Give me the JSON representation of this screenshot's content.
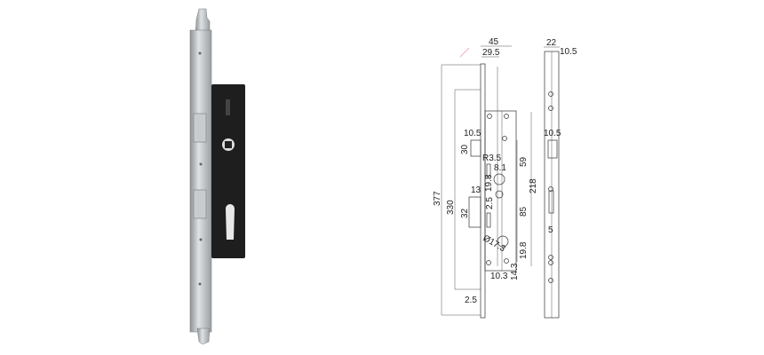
{
  "colors": {
    "steel": "#b8bcc0",
    "case": "#1e1e1e",
    "line": "#333333"
  },
  "drawing": {
    "overall_width": "45",
    "backset_offset": "29.5",
    "faceplate_width": "22",
    "faceplate_offset": "10.5",
    "total_height": "377",
    "case_height": "330",
    "latch_height": "30",
    "latch_width": "10.5",
    "radius": "R3.5",
    "spindle_size": "8.1",
    "spindle_offset": "19.8",
    "top_to_spindle": "59",
    "case_depth": "218",
    "bolt_width": "13",
    "bolt_gap": "2.5",
    "bolt_height": "32",
    "spindle_to_cylinder": "85",
    "cylinder_diameter": "Ø17.3",
    "cylinder_to_bottom": "19.8",
    "cylinder_width": "10.3",
    "bottom_offset": "14.3",
    "plate_thickness": "2.5",
    "side_slot_width": "10.5",
    "side_slot_small": "5"
  }
}
